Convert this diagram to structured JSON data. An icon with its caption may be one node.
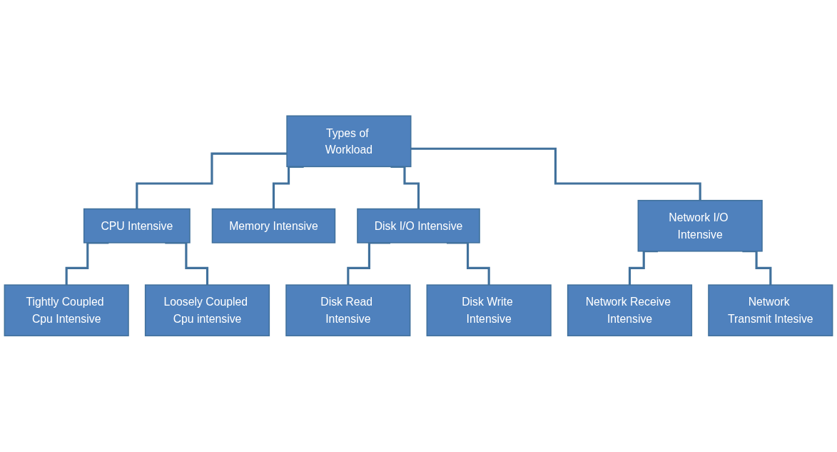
{
  "diagram": {
    "nodes": [
      {
        "text": [
          "Types of Workload"
        ]
      },
      {
        "text": [
          "CPU Intensive"
        ]
      },
      {
        "text": [
          "Memory Intensive"
        ]
      },
      {
        "text": [
          "Disk I/O Intensive"
        ]
      },
      {
        "text": [
          "Network I/O Intensive"
        ]
      },
      {
        "text": [
          "Tightly Coupled Cpu Intensive"
        ]
      },
      {
        "text": [
          "Loosely Coupled Cpu intensive"
        ]
      },
      {
        "text": [
          "Disk Read Intensive"
        ]
      },
      {
        "text": [
          "Disk Write Intensive"
        ]
      },
      {
        "text": [
          "Network Receive Intensive"
        ]
      },
      {
        "text": [
          "Network Transmit Intesive"
        ]
      }
    ],
    "edges": [
      {
        "from": 0,
        "to": 1,
        "arrow": "none"
      },
      {
        "from": 0,
        "to": 2,
        "arrow": "none"
      },
      {
        "from": 0,
        "to": 3,
        "arrow": "none"
      },
      {
        "from": 0,
        "to": 4,
        "arrow": "none"
      },
      {
        "from": 1,
        "to": 5,
        "arrow": "none"
      },
      {
        "from": 1,
        "to": 6,
        "arrow": "none"
      },
      {
        "from": 3,
        "to": 7,
        "arrow": "none"
      },
      {
        "from": 3,
        "to": 8,
        "arrow": "none"
      },
      {
        "from": 4,
        "to": 9,
        "arrow": "none"
      },
      {
        "from": 4,
        "to": 10,
        "arrow": "none"
      }
    ]
  }
}
